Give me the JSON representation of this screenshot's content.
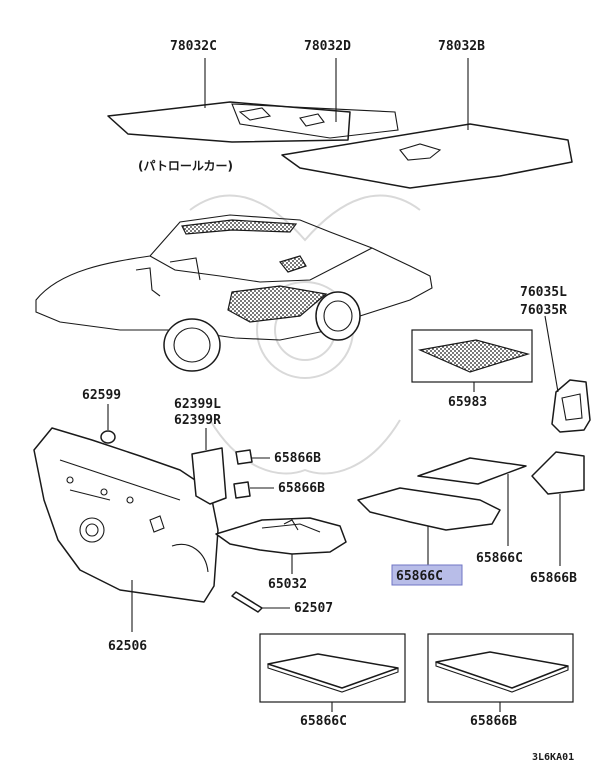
{
  "diagram": {
    "note": "(パトロールカー)",
    "code": "3L6KA01",
    "highlight_color": "#b8bde8",
    "labels": {
      "p78032c": "78032C",
      "p78032d": "78032D",
      "p78032b": "78032B",
      "p76035l": "76035L",
      "p76035r": "76035R",
      "p65983": "65983",
      "p62599": "62599",
      "p62399l": "62399L",
      "p62399r": "62399R",
      "p65866b_1": "65866B",
      "p65866b_2": "65866B",
      "p65866c_side": "65866C",
      "p65866b_side": "65866B",
      "p65866c_hl": "65866C",
      "p65032": "65032",
      "p62507": "62507",
      "p62506": "62506",
      "p65866c_box": "65866C",
      "p65866b_box": "65866B"
    }
  }
}
